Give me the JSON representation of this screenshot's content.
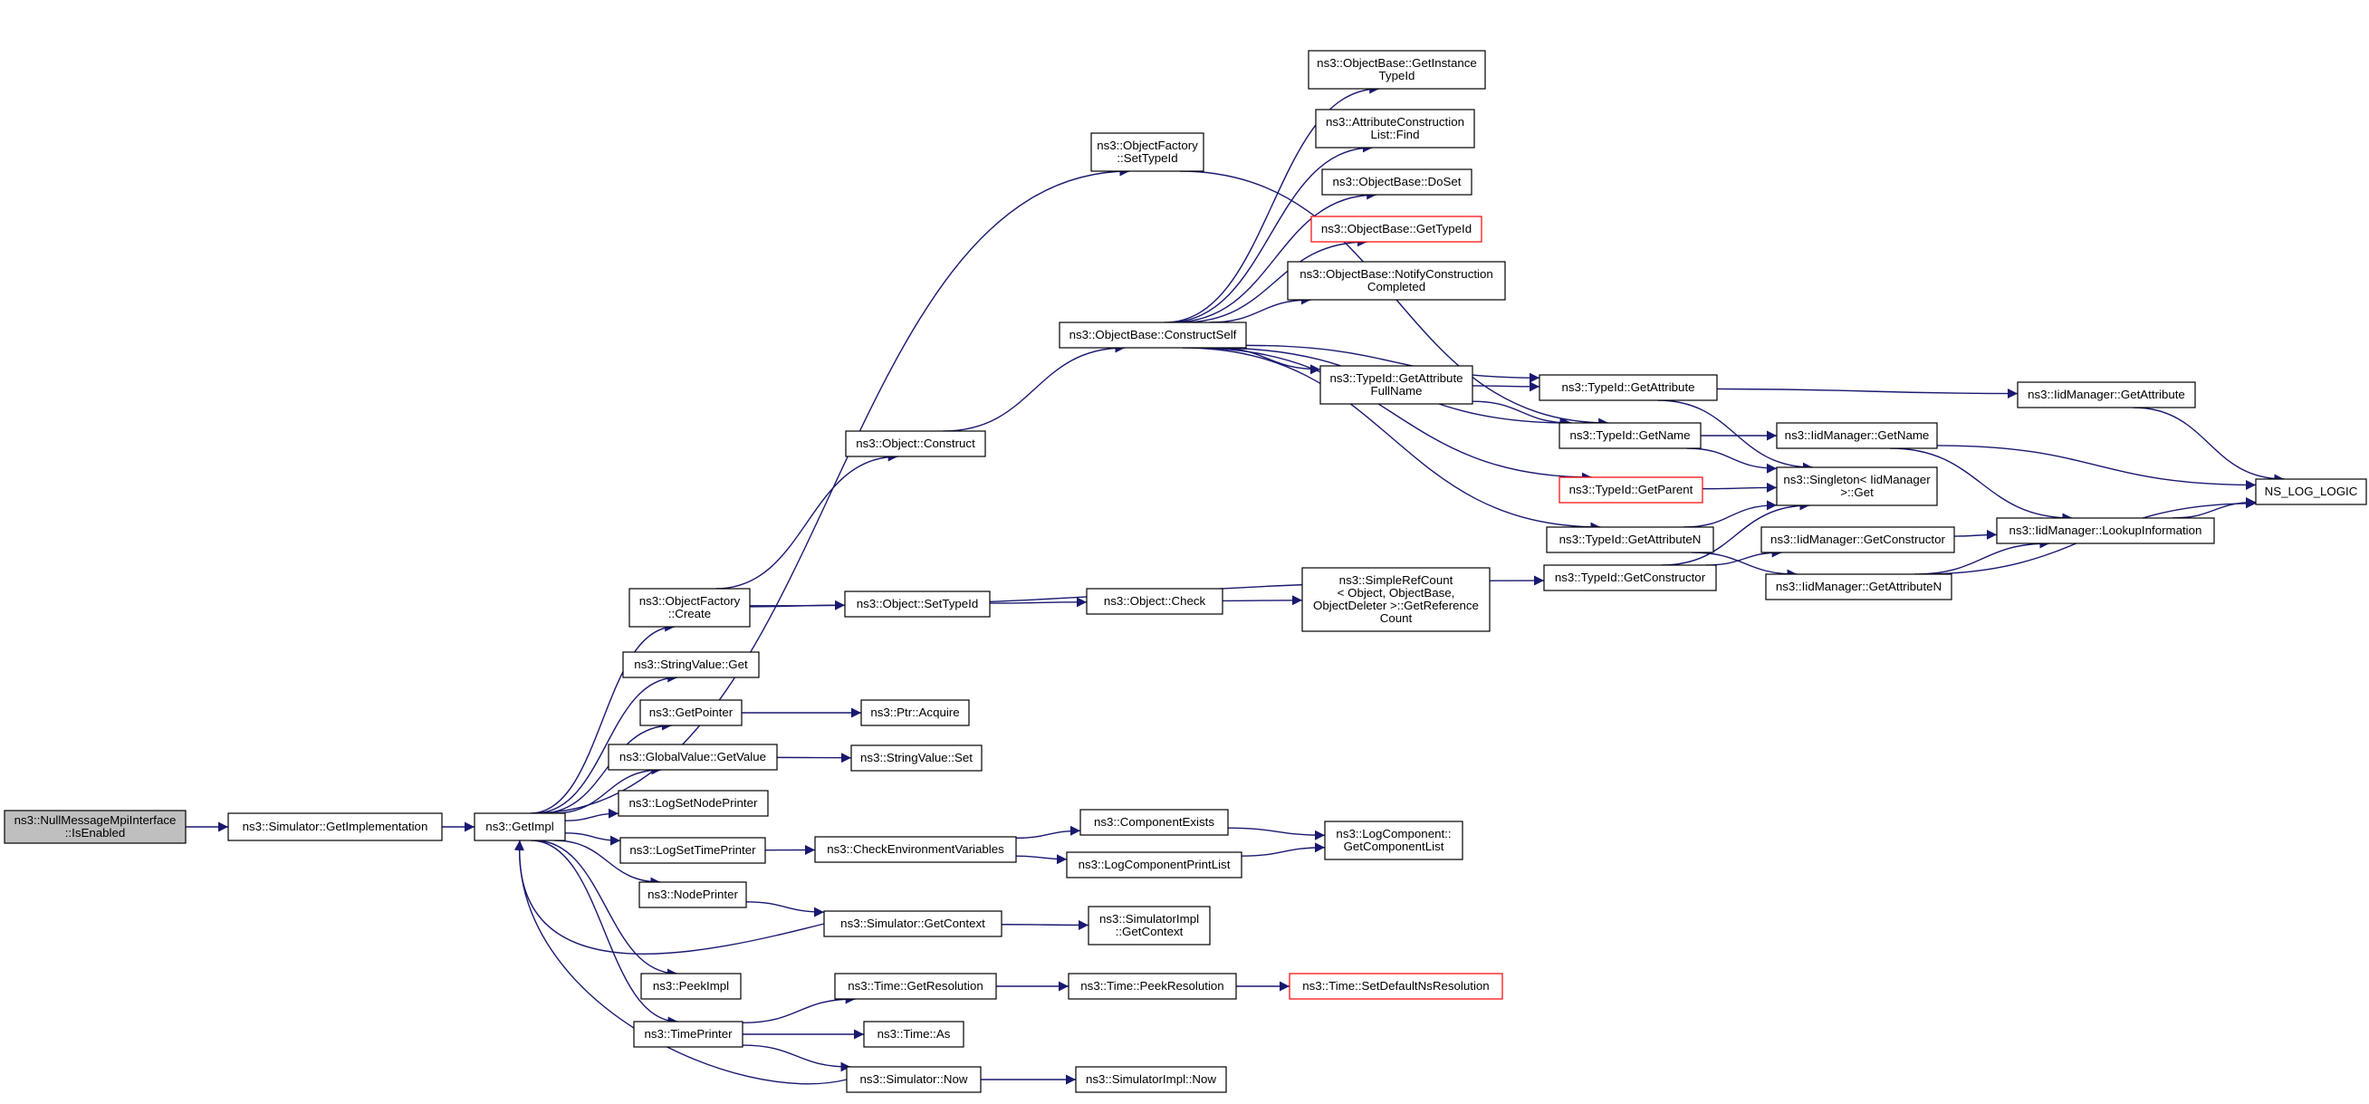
{
  "colors": {
    "edge": "#191970",
    "node_border": "#000000",
    "node_fill": "#ffffff",
    "root_fill": "#bfbfbf",
    "truncated_border": "#ff0000"
  },
  "nodes": [
    {
      "id": "is_enabled",
      "lines": [
        "ns3::NullMessageMpiInterface",
        "::IsEnabled"
      ],
      "style": "root"
    },
    {
      "id": "get_implementation",
      "lines": [
        "ns3::Simulator::GetImplementation"
      ]
    },
    {
      "id": "get_impl",
      "lines": [
        "ns3::GetImpl"
      ]
    },
    {
      "id": "objfactory_settypeid",
      "lines": [
        "ns3::ObjectFactory",
        "::SetTypeId"
      ]
    },
    {
      "id": "objfactory_create",
      "lines": [
        "ns3::ObjectFactory",
        "::Create"
      ]
    },
    {
      "id": "stringvalue_get",
      "lines": [
        "ns3::StringValue::Get"
      ]
    },
    {
      "id": "get_pointer",
      "lines": [
        "ns3::GetPointer"
      ]
    },
    {
      "id": "globalvalue_getvalue",
      "lines": [
        "ns3::GlobalValue::GetValue"
      ]
    },
    {
      "id": "logset_nodeprinter",
      "lines": [
        "ns3::LogSetNodePrinter"
      ]
    },
    {
      "id": "logset_timeprinter",
      "lines": [
        "ns3::LogSetTimePrinter"
      ]
    },
    {
      "id": "node_printer",
      "lines": [
        "ns3::NodePrinter"
      ]
    },
    {
      "id": "peek_impl",
      "lines": [
        "ns3::PeekImpl"
      ]
    },
    {
      "id": "time_printer",
      "lines": [
        "ns3::TimePrinter"
      ]
    },
    {
      "id": "object_construct",
      "lines": [
        "ns3::Object::Construct"
      ]
    },
    {
      "id": "object_settypeid",
      "lines": [
        "ns3::Object::SetTypeId"
      ]
    },
    {
      "id": "ptr_acquire",
      "lines": [
        "ns3::Ptr::Acquire"
      ]
    },
    {
      "id": "stringvalue_set",
      "lines": [
        "ns3::StringValue::Set"
      ]
    },
    {
      "id": "check_env_vars",
      "lines": [
        "ns3::CheckEnvironmentVariables"
      ]
    },
    {
      "id": "simulator_getcontext",
      "lines": [
        "ns3::Simulator::GetContext"
      ]
    },
    {
      "id": "time_getresolution",
      "lines": [
        "ns3::Time::GetResolution"
      ]
    },
    {
      "id": "time_as",
      "lines": [
        "ns3::Time::As"
      ]
    },
    {
      "id": "simulator_now",
      "lines": [
        "ns3::Simulator::Now"
      ]
    },
    {
      "id": "objectbase_constructself",
      "lines": [
        "ns3::ObjectBase::ConstructSelf"
      ]
    },
    {
      "id": "object_check",
      "lines": [
        "ns3::Object::Check"
      ]
    },
    {
      "id": "component_exists",
      "lines": [
        "ns3::ComponentExists"
      ]
    },
    {
      "id": "logcomponent_printlist",
      "lines": [
        "ns3::LogComponentPrintList"
      ]
    },
    {
      "id": "simulatorimpl_getcontext",
      "lines": [
        "ns3::SimulatorImpl",
        "::GetContext"
      ]
    },
    {
      "id": "time_peekresolution",
      "lines": [
        "ns3::Time::PeekResolution"
      ]
    },
    {
      "id": "simulatorimpl_now",
      "lines": [
        "ns3::SimulatorImpl::Now"
      ]
    },
    {
      "id": "objectbase_getinstancetypeid",
      "lines": [
        "ns3::ObjectBase::GetInstance",
        "TypeId"
      ]
    },
    {
      "id": "attrconstructionlist_find",
      "lines": [
        "ns3::AttributeConstruction",
        "List::Find"
      ]
    },
    {
      "id": "objectbase_doset",
      "lines": [
        "ns3::ObjectBase::DoSet"
      ]
    },
    {
      "id": "objectbase_gettypeid",
      "lines": [
        "ns3::ObjectBase::GetTypeId"
      ],
      "style": "truncated"
    },
    {
      "id": "objectbase_notifyconstructioncompleted",
      "lines": [
        "ns3::ObjectBase::NotifyConstruction",
        "Completed"
      ]
    },
    {
      "id": "typeid_getattributefullname",
      "lines": [
        "ns3::TypeId::GetAttribute",
        "FullName"
      ]
    },
    {
      "id": "simplerefcount_getreferencecount",
      "lines": [
        "ns3::SimpleRefCount",
        "< Object, ObjectBase,",
        "ObjectDeleter >::GetReference",
        "Count"
      ]
    },
    {
      "id": "logcomponent_getcomponentlist",
      "lines": [
        "ns3::LogComponent::",
        "GetComponentList"
      ]
    },
    {
      "id": "time_setdefaultnsresolution",
      "lines": [
        "ns3::Time::SetDefaultNsResolution"
      ],
      "style": "truncated"
    },
    {
      "id": "typeid_getattribute",
      "lines": [
        "ns3::TypeId::GetAttribute"
      ]
    },
    {
      "id": "typeid_getname",
      "lines": [
        "ns3::TypeId::GetName"
      ]
    },
    {
      "id": "typeid_getparent",
      "lines": [
        "ns3::TypeId::GetParent"
      ],
      "style": "truncated"
    },
    {
      "id": "typeid_getattributen",
      "lines": [
        "ns3::TypeId::GetAttributeN"
      ]
    },
    {
      "id": "typeid_getconstructor",
      "lines": [
        "ns3::TypeId::GetConstructor"
      ]
    },
    {
      "id": "singleton_get",
      "lines": [
        "ns3::Singleton< IidManager",
        " >::Get"
      ]
    },
    {
      "id": "iidmanager_getname",
      "lines": [
        "ns3::IidManager::GetName"
      ]
    },
    {
      "id": "iidmanager_getconstructor",
      "lines": [
        "ns3::IidManager::GetConstructor"
      ]
    },
    {
      "id": "iidmanager_getattributen",
      "lines": [
        "ns3::IidManager::GetAttributeN"
      ]
    },
    {
      "id": "iidmanager_getattribute",
      "lines": [
        "ns3::IidManager::GetAttribute"
      ]
    },
    {
      "id": "iidmanager_lookupinformation",
      "lines": [
        "ns3::IidManager::LookupInformation"
      ]
    },
    {
      "id": "ns_log_logic",
      "lines": [
        "NS_LOG_LOGIC"
      ]
    }
  ],
  "edges": [
    [
      "is_enabled",
      "get_implementation"
    ],
    [
      "get_implementation",
      "get_impl"
    ],
    [
      "get_impl",
      "objfactory_settypeid"
    ],
    [
      "get_impl",
      "objfactory_create"
    ],
    [
      "get_impl",
      "stringvalue_get"
    ],
    [
      "get_impl",
      "get_pointer"
    ],
    [
      "get_impl",
      "globalvalue_getvalue"
    ],
    [
      "get_impl",
      "logset_nodeprinter"
    ],
    [
      "get_impl",
      "logset_timeprinter"
    ],
    [
      "get_impl",
      "node_printer"
    ],
    [
      "get_impl",
      "peek_impl"
    ],
    [
      "get_impl",
      "time_printer"
    ],
    [
      "objfactory_settypeid",
      "typeid_getname"
    ],
    [
      "objfactory_create",
      "object_construct"
    ],
    [
      "objfactory_create",
      "object_settypeid"
    ],
    [
      "objfactory_create",
      "typeid_getconstructor"
    ],
    [
      "object_construct",
      "objectbase_constructself"
    ],
    [
      "object_settypeid",
      "object_check"
    ],
    [
      "object_check",
      "simplerefcount_getreferencecount"
    ],
    [
      "get_pointer",
      "ptr_acquire"
    ],
    [
      "globalvalue_getvalue",
      "stringvalue_set"
    ],
    [
      "logset_timeprinter",
      "check_env_vars"
    ],
    [
      "check_env_vars",
      "component_exists"
    ],
    [
      "check_env_vars",
      "logcomponent_printlist"
    ],
    [
      "component_exists",
      "logcomponent_getcomponentlist"
    ],
    [
      "logcomponent_printlist",
      "logcomponent_getcomponentlist"
    ],
    [
      "node_printer",
      "simulator_getcontext"
    ],
    [
      "simulator_getcontext",
      "simulatorimpl_getcontext"
    ],
    [
      "simulator_getcontext",
      "get_impl"
    ],
    [
      "time_printer",
      "time_getresolution"
    ],
    [
      "time_printer",
      "time_as"
    ],
    [
      "time_printer",
      "simulator_now"
    ],
    [
      "time_getresolution",
      "time_peekresolution"
    ],
    [
      "time_peekresolution",
      "time_setdefaultnsresolution"
    ],
    [
      "simulator_now",
      "simulatorimpl_now"
    ],
    [
      "simulator_now",
      "get_impl"
    ],
    [
      "objectbase_constructself",
      "objectbase_getinstancetypeid"
    ],
    [
      "objectbase_constructself",
      "attrconstructionlist_find"
    ],
    [
      "objectbase_constructself",
      "objectbase_doset"
    ],
    [
      "objectbase_constructself",
      "objectbase_gettypeid"
    ],
    [
      "objectbase_constructself",
      "objectbase_notifyconstructioncompleted"
    ],
    [
      "objectbase_constructself",
      "typeid_getattribute"
    ],
    [
      "objectbase_constructself",
      "typeid_getattributefullname"
    ],
    [
      "objectbase_constructself",
      "typeid_getname"
    ],
    [
      "objectbase_constructself",
      "typeid_getparent"
    ],
    [
      "objectbase_constructself",
      "typeid_getattributen"
    ],
    [
      "typeid_getattributefullname",
      "typeid_getattribute"
    ],
    [
      "typeid_getattributefullname",
      "typeid_getname"
    ],
    [
      "typeid_getattribute",
      "iidmanager_getattribute"
    ],
    [
      "typeid_getattribute",
      "singleton_get"
    ],
    [
      "typeid_getname",
      "iidmanager_getname"
    ],
    [
      "typeid_getname",
      "singleton_get"
    ],
    [
      "typeid_getparent",
      "singleton_get"
    ],
    [
      "typeid_getattributen",
      "singleton_get"
    ],
    [
      "typeid_getattributen",
      "iidmanager_getattributen"
    ],
    [
      "typeid_getconstructor",
      "singleton_get"
    ],
    [
      "typeid_getconstructor",
      "iidmanager_getconstructor"
    ],
    [
      "iidmanager_getname",
      "iidmanager_lookupinformation"
    ],
    [
      "iidmanager_getname",
      "ns_log_logic"
    ],
    [
      "iidmanager_getconstructor",
      "iidmanager_lookupinformation"
    ],
    [
      "iidmanager_getattributen",
      "iidmanager_lookupinformation"
    ],
    [
      "iidmanager_getattributen",
      "ns_log_logic"
    ],
    [
      "iidmanager_getattribute",
      "ns_log_logic"
    ],
    [
      "iidmanager_lookupinformation",
      "ns_log_logic"
    ]
  ]
}
